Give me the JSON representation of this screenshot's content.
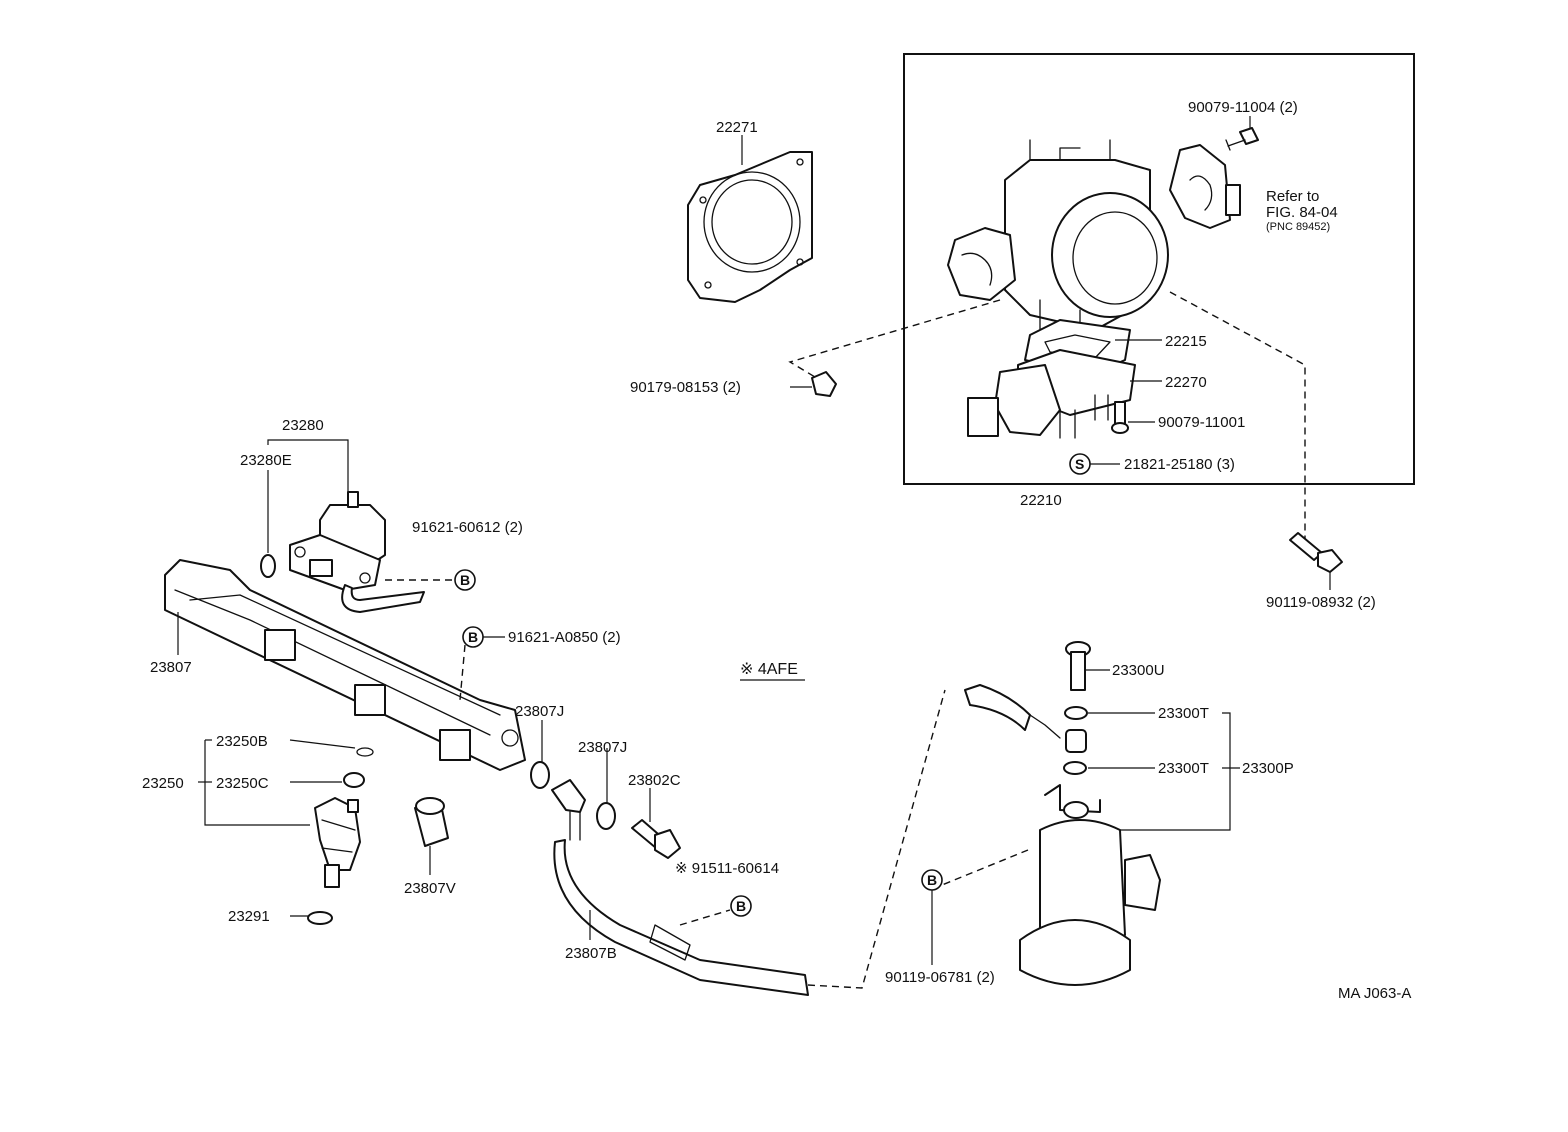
{
  "parts": {
    "p22271": "22271",
    "p90079_11004": "90079-11004 (2)",
    "refer_line1": "Refer to",
    "refer_line2": "FIG. 84-04",
    "refer_line3": "(PNC 89452)",
    "p22215": "22215",
    "p22270": "22270",
    "p90079_11001": "90079-11001",
    "p21821": "21821-25180 (3)",
    "p22210": "22210",
    "p90179": "90179-08153 (2)",
    "p90119_08932": "90119-08932 (2)",
    "p23280": "23280",
    "p23280E": "23280E",
    "p91621_60612": "91621-60612 (2)",
    "p23807": "23807",
    "p91621_A0850": "91621-A0850 (2)",
    "note_4afe": "※ 4AFE",
    "p23807J_a": "23807J",
    "p23807J_b": "23807J",
    "p23802C": "23802C",
    "p91511": "※ 91511-60614",
    "p23250B": "23250B",
    "p23250": "23250",
    "p23250C": "23250C",
    "p23807V": "23807V",
    "p23291": "23291",
    "p23807B": "23807B",
    "p23300U": "23300U",
    "p23300T_a": "23300T",
    "p23300T_b": "23300T",
    "p23300P": "23300P",
    "p90119_06781": "90119-06781 (2)",
    "ref_code": "MA J063-A"
  },
  "markers": {
    "B": "B",
    "S": "S"
  }
}
